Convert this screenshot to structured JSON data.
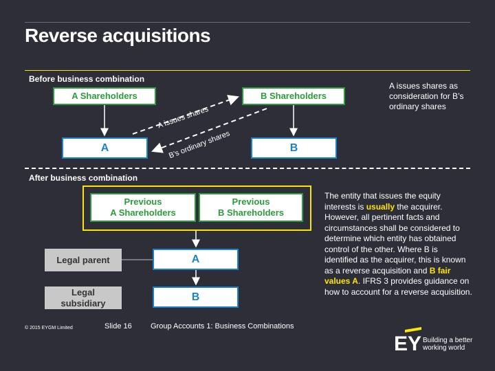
{
  "slide": {
    "title": "Reverse acquisitions",
    "before_label": "Before business combination",
    "after_label": "After business combination"
  },
  "before": {
    "a_shareholders": "A Shareholders",
    "b_shareholders": "B Shareholders",
    "entity_a": "A",
    "entity_b": "B",
    "arrow_issue": "A issues shares",
    "arrow_ordinary": "B’s ordinary shares",
    "note": "A issues shares as consideration for B’s ordinary shares"
  },
  "after": {
    "prev_a_line1": "Previous",
    "prev_a_line2": "A Shareholders",
    "prev_b_line1": "Previous",
    "prev_b_line2": "B Shareholders",
    "legal_parent": "Legal parent",
    "legal_sub_line1": "Legal",
    "legal_sub_line2": "subsidiary",
    "entity_a": "A",
    "entity_b": "B",
    "text_1": "The entity that issues the equity interests is ",
    "text_hl1": "usually",
    "text_2": " the acquirer. However, all pertinent facts and circumstances shall be considered to determine which entity has obtained control of the other. Where B is identified as the acquirer, this is known as a reverse acquisition and ",
    "text_hl2": "B fair values A",
    "text_3": ". IFRS 3 provides guidance on how to account for a reverse acquisition."
  },
  "footer": {
    "copyright": "© 2015 EYGM Limited",
    "slide_num": "Slide 16",
    "course": "Group Accounts 1: Business Combinations",
    "logo": "EY",
    "tagline_1": "Building a better",
    "tagline_2": "working world"
  },
  "colors": {
    "background": "#2e2e38",
    "accent_yellow": "#ffe600",
    "green": "#2d9b3d",
    "blue": "#1a82c9"
  }
}
